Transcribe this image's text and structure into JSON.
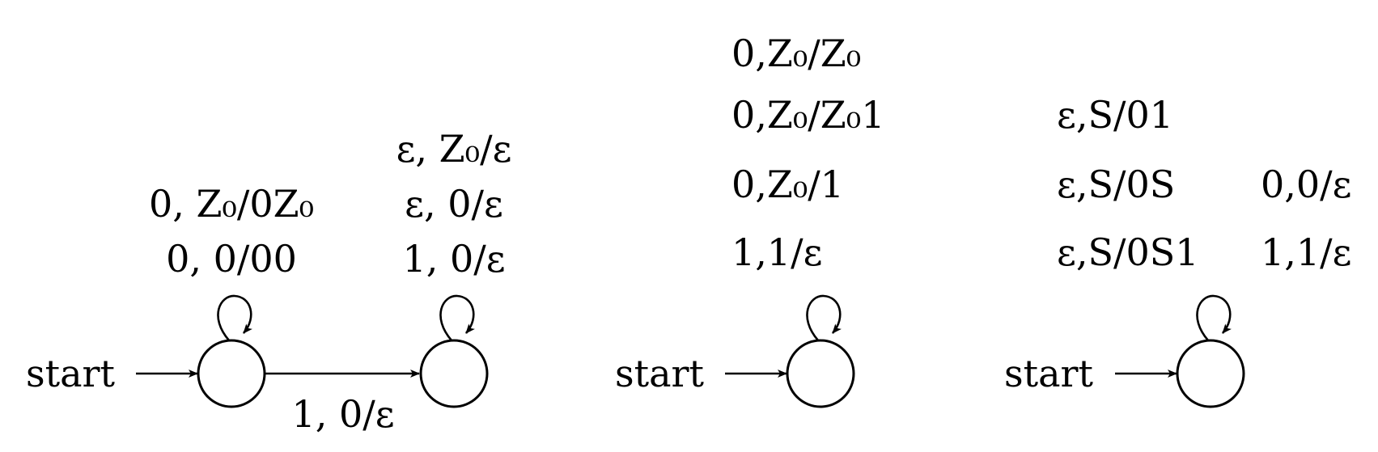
{
  "diagrams": [
    {
      "start_label": "start",
      "loop_labels_left": [
        "0, Z₀/0Z₀",
        "0, 0/00"
      ],
      "loop_labels_right": [
        "ε, Z₀/ε",
        "ε, 0/ε",
        "1, 0/ε"
      ],
      "edge_label": "1, 0/ε"
    },
    {
      "start_label": "start",
      "loop_labels": [
        "0,Z₀/Z₀",
        "0,Z₀/Z₀1",
        "0,Z₀/1",
        "1,1/ε"
      ]
    },
    {
      "start_label": "start",
      "loop_labels_col1": [
        "ε,S/01",
        "ε,S/0S",
        "ε,S/0S1"
      ],
      "loop_labels_col2": [
        "0,0/ε",
        "1,1/ε"
      ]
    }
  ]
}
